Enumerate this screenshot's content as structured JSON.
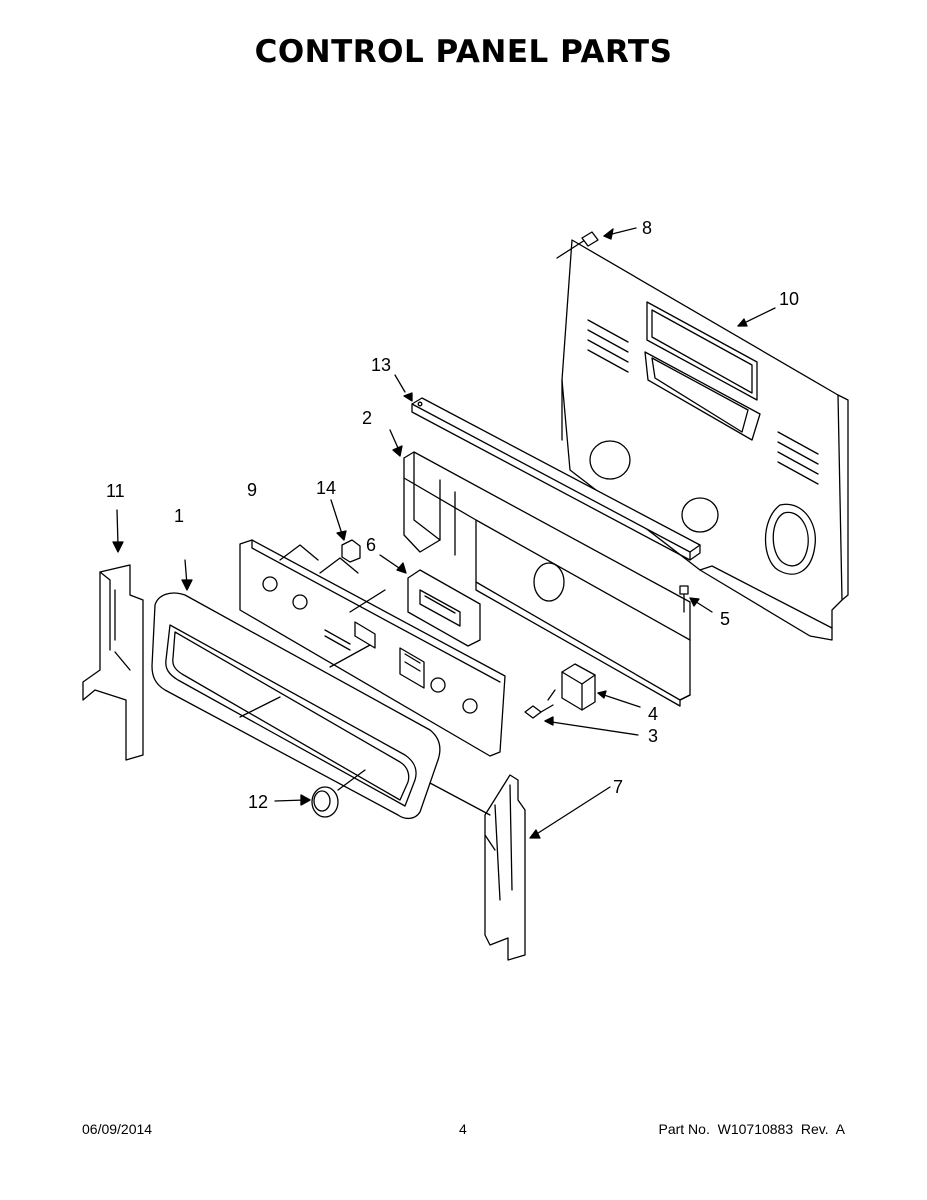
{
  "page": {
    "title": "CONTROL PANEL PARTS"
  },
  "callouts": {
    "c1": "1",
    "c2": "2",
    "c3": "3",
    "c4": "4",
    "c5": "5",
    "c6": "6",
    "c7": "7",
    "c8": "8",
    "c9": "9",
    "c10": "10",
    "c11": "11",
    "c12": "12",
    "c13": "13",
    "c14": "14"
  },
  "footer": {
    "date": "06/09/2014",
    "page_number": "4",
    "part_number": "Part No.  W10710883  Rev.  A"
  }
}
